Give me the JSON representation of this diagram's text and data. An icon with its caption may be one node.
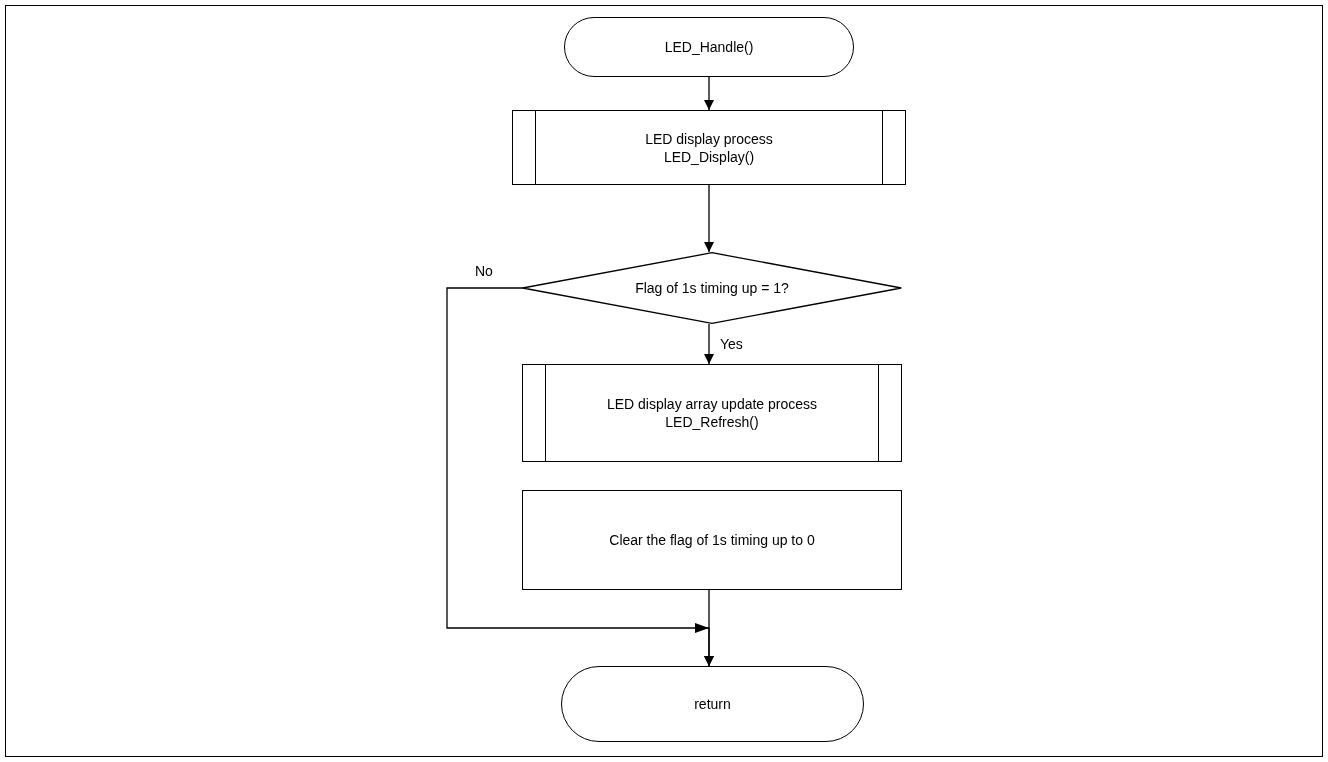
{
  "diagram": {
    "nodes": [
      {
        "text": [
          "LED_Handle()"
        ]
      },
      {
        "text": [
          "LED display process LED_Display()"
        ]
      },
      {
        "text": [
          "Flag of 1s timing up = 1?"
        ]
      },
      {
        "text": [
          "LED display array update process LED_Refresh()"
        ]
      },
      {
        "text": [
          "Clear the flag of 1s timing up to 0"
        ]
      },
      {
        "text": [
          "return"
        ]
      }
    ],
    "edges": [
      {
        "from": 0,
        "to": 1,
        "arrow": "to"
      },
      {
        "from": 1,
        "to": 2,
        "arrow": "to"
      },
      {
        "from": 2,
        "to": 3,
        "arrow": "to",
        "label": "Yes"
      },
      {
        "from": 4,
        "to": 5,
        "arrow": "to"
      },
      {
        "from": 2,
        "to": 5,
        "arrow": "to",
        "label": "No"
      }
    ]
  }
}
